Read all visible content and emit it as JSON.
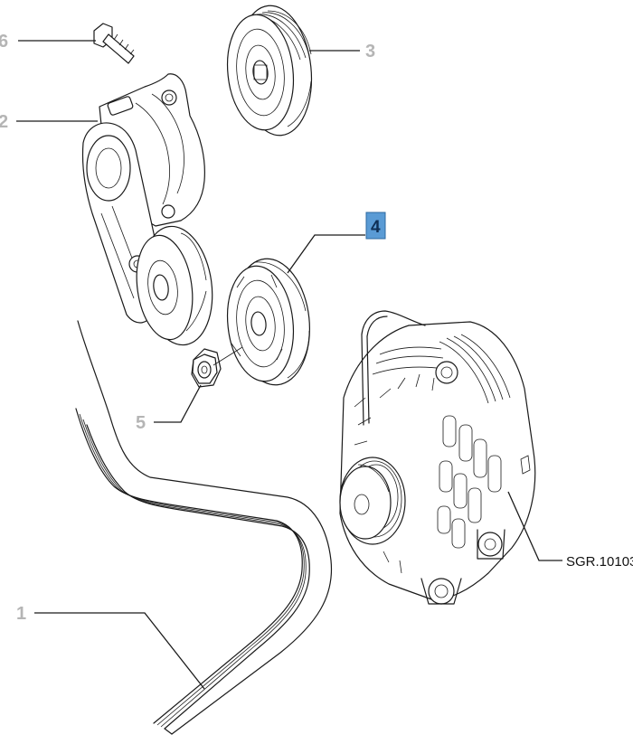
{
  "callouts": [
    {
      "id": "1",
      "label": "1",
      "highlighted": false
    },
    {
      "id": "2",
      "label": "2",
      "highlighted": false
    },
    {
      "id": "3",
      "label": "3",
      "highlighted": false
    },
    {
      "id": "4",
      "label": "4",
      "highlighted": true
    },
    {
      "id": "5",
      "label": "5",
      "highlighted": false
    },
    {
      "id": "6",
      "label": "6",
      "highlighted": false
    }
  ],
  "reference_code": "SGR.10103",
  "colors": {
    "callout_text": "#b5b5b5",
    "highlight_fill": "#5a9bd5",
    "linework": "#1a1a1a"
  },
  "parts": [
    {
      "callout": "1",
      "icon": "poly-v-belt-icon"
    },
    {
      "callout": "2",
      "icon": "belt-tensioner-icon"
    },
    {
      "callout": "3",
      "icon": "idler-pulley-icon"
    },
    {
      "callout": "4",
      "icon": "idler-pulley-icon"
    },
    {
      "callout": "5",
      "icon": "hex-nut-icon"
    },
    {
      "callout": "6",
      "icon": "bolt-icon"
    },
    {
      "callout": "",
      "icon": "alternator-icon"
    }
  ]
}
